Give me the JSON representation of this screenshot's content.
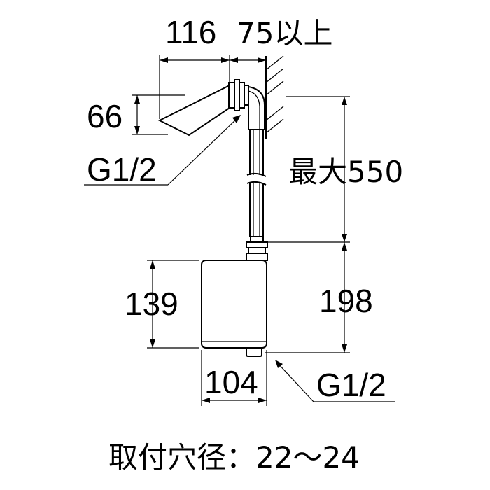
{
  "dimensions": {
    "spout_length": "116",
    "wall_clearance": "75以上",
    "spout_height": "66",
    "inlet_thread_top": "G1/2",
    "hose_max": "最大550",
    "box_height": "139",
    "box_to_outlet": "198",
    "box_width": "104",
    "inlet_thread_bottom": "G1/2"
  },
  "caption": "取付穴径：22～24"
}
